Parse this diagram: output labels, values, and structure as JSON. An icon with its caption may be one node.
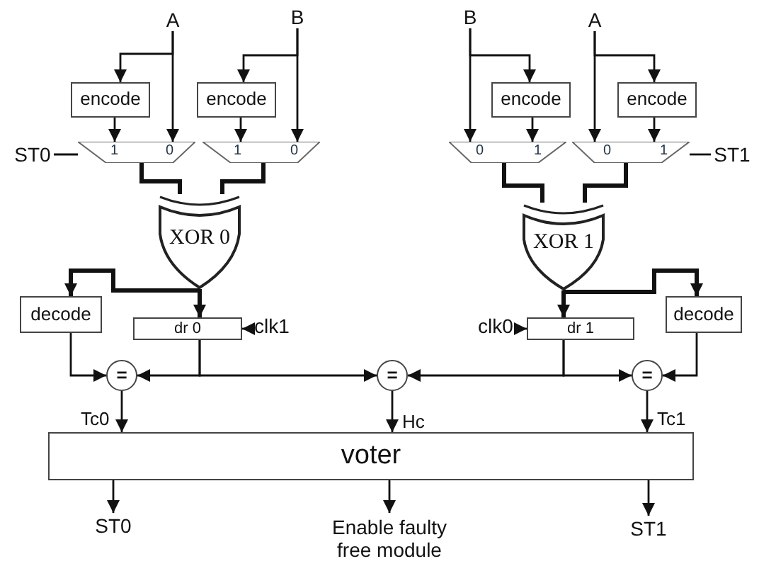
{
  "diagram": {
    "nodes": [
      {
        "text": [
          "A"
        ]
      },
      {
        "text": [
          "B"
        ]
      },
      {
        "text": [
          "B"
        ]
      },
      {
        "text": [
          "A"
        ]
      },
      {
        "text": [
          "encode"
        ]
      },
      {
        "text": [
          "encode"
        ]
      },
      {
        "text": [
          "encode"
        ]
      },
      {
        "text": [
          "encode"
        ]
      },
      {
        "text": [
          "1",
          "0"
        ]
      },
      {
        "text": [
          "1",
          "0"
        ]
      },
      {
        "text": [
          "0",
          "1"
        ]
      },
      {
        "text": [
          "0",
          "1"
        ]
      },
      {
        "text": [
          "ST0"
        ]
      },
      {
        "text": [
          "ST1"
        ]
      },
      {
        "text": [
          "XOR 0"
        ]
      },
      {
        "text": [
          "XOR 1"
        ]
      },
      {
        "text": [
          "decode"
        ]
      },
      {
        "text": [
          "dr 0"
        ]
      },
      {
        "text": [
          "clk1"
        ]
      },
      {
        "text": [
          "clk0"
        ]
      },
      {
        "text": [
          "dr 1"
        ]
      },
      {
        "text": [
          "decode"
        ]
      },
      {
        "text": [
          "="
        ]
      },
      {
        "text": [
          "="
        ]
      },
      {
        "text": [
          "="
        ]
      },
      {
        "text": [
          "voter"
        ]
      },
      {
        "text": [
          "ST0"
        ]
      },
      {
        "text": [
          "Enable faulty free module"
        ]
      },
      {
        "text": [
          "ST1"
        ]
      }
    ],
    "edges": [
      {
        "from": 0,
        "to": 4,
        "arrow": "to"
      },
      {
        "from": 0,
        "to": 8,
        "arrow": "to"
      },
      {
        "from": 1,
        "to": 5,
        "arrow": "to"
      },
      {
        "from": 1,
        "to": 9,
        "arrow": "to"
      },
      {
        "from": 2,
        "to": 10,
        "arrow": "to"
      },
      {
        "from": 2,
        "to": 6,
        "arrow": "to"
      },
      {
        "from": 3,
        "to": 11,
        "arrow": "to"
      },
      {
        "from": 3,
        "to": 7,
        "arrow": "to"
      },
      {
        "from": 4,
        "to": 8,
        "arrow": "to"
      },
      {
        "from": 5,
        "to": 9,
        "arrow": "to"
      },
      {
        "from": 6,
        "to": 10,
        "arrow": "to"
      },
      {
        "from": 7,
        "to": 11,
        "arrow": "to"
      },
      {
        "from": 12,
        "to": 8,
        "arrow": "none"
      },
      {
        "from": 13,
        "to": 11,
        "arrow": "none"
      },
      {
        "from": 8,
        "to": 14,
        "arrow": "none",
        "style": "thick"
      },
      {
        "from": 9,
        "to": 14,
        "arrow": "none",
        "style": "thick"
      },
      {
        "from": 10,
        "to": 15,
        "arrow": "none",
        "style": "thick"
      },
      {
        "from": 11,
        "to": 15,
        "arrow": "none",
        "style": "thick"
      },
      {
        "from": 14,
        "to": 16,
        "arrow": "to",
        "style": "thick"
      },
      {
        "from": 14,
        "to": 17,
        "arrow": "to",
        "style": "thick"
      },
      {
        "from": 15,
        "to": 20,
        "arrow": "to",
        "style": "thick"
      },
      {
        "from": 15,
        "to": 21,
        "arrow": "to",
        "style": "thick"
      },
      {
        "from": 18,
        "to": 17,
        "arrow": "to"
      },
      {
        "from": 19,
        "to": 20,
        "arrow": "to"
      },
      {
        "from": 16,
        "to": 22,
        "arrow": "to"
      },
      {
        "from": 17,
        "to": 22,
        "arrow": "to"
      },
      {
        "from": 17,
        "to": 23,
        "arrow": "to"
      },
      {
        "from": 20,
        "to": 23,
        "arrow": "to"
      },
      {
        "from": 20,
        "to": 24,
        "arrow": "to"
      },
      {
        "from": 21,
        "to": 24,
        "arrow": "to"
      },
      {
        "from": 22,
        "to": 25,
        "arrow": "to",
        "label": "Tc0"
      },
      {
        "from": 23,
        "to": 25,
        "arrow": "to",
        "label": "Hc"
      },
      {
        "from": 24,
        "to": 25,
        "arrow": "to",
        "label": "Tc1"
      },
      {
        "from": 25,
        "to": 26,
        "arrow": "to"
      },
      {
        "from": 25,
        "to": 27,
        "arrow": "to"
      },
      {
        "from": 25,
        "to": 28,
        "arrow": "to"
      }
    ]
  }
}
